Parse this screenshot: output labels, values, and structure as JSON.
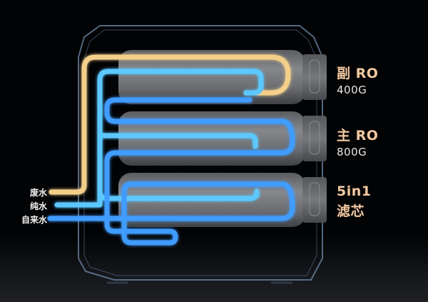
{
  "filters": [
    {
      "id": "secondary-ro",
      "title": "副 RO",
      "capacity": "400G"
    },
    {
      "id": "main-ro",
      "title": "主 RO",
      "capacity": "800G"
    },
    {
      "id": "composite",
      "title": "5in1",
      "subtitle": "滤芯"
    }
  ],
  "pipes": [
    {
      "id": "waste-water",
      "label": "废水",
      "color": "#f3cf8a"
    },
    {
      "id": "pure-water",
      "label": "纯水",
      "color": "#5cc8ff"
    },
    {
      "id": "tap-water",
      "label": "自来水",
      "color": "#3f9cff"
    }
  ],
  "colors": {
    "background": "#020305",
    "title_accent": "#f2c9a2",
    "cartridge": "#6b6d71",
    "frame": "#6f8aa8"
  }
}
